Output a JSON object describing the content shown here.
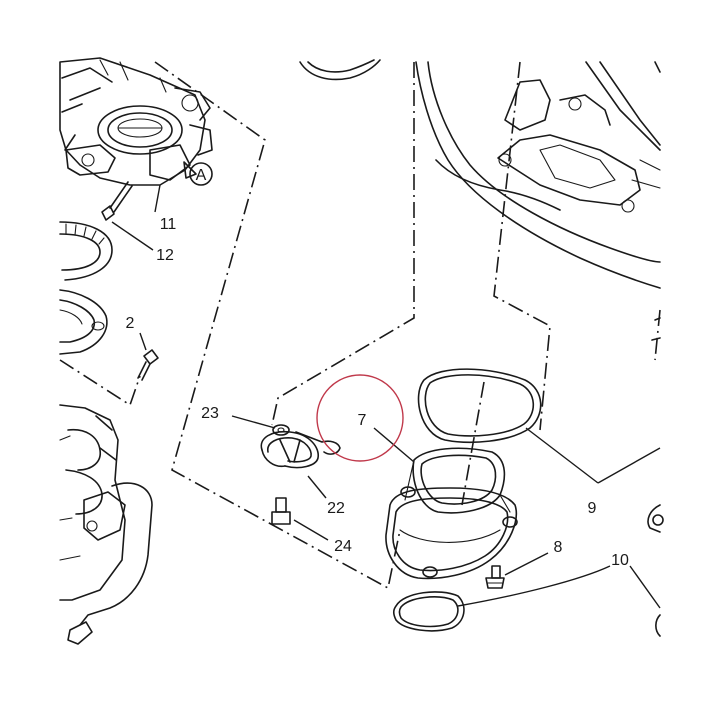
{
  "diagram": {
    "callouts": {
      "c2": "2",
      "c7": "7",
      "c8": "8",
      "c9": "9",
      "c10": "10",
      "c11": "11",
      "c12": "12",
      "c22": "22",
      "c23": "23",
      "c24": "24",
      "view_a": "A"
    },
    "highlight_color": "#c0394b",
    "line_color": "#1a1a1a"
  }
}
